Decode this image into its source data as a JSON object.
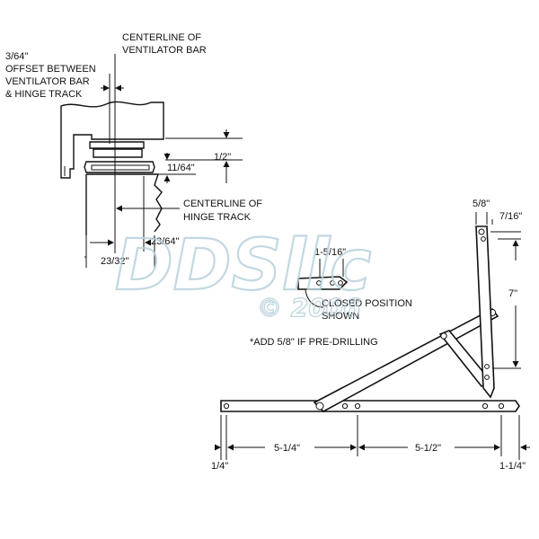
{
  "labels": {
    "centerline_vent_1": "CENTERLINE OF",
    "centerline_vent_2": "VENTILATOR BAR",
    "offset_1": "3/64\"",
    "offset_2": "OFFSET BETWEEN",
    "offset_3": "VENTILATOR BAR",
    "offset_4": "& HINGE TRACK",
    "dim_half": "1/2\"",
    "dim_11_64": "11/64\"",
    "centerline_hinge_1": "CENTERLINE OF",
    "centerline_hinge_2": "HINGE TRACK",
    "dim_23_64": "23/64\"",
    "dim_23_32": "23/32\"",
    "dim_1_5_16": "1-5/16\"",
    "closed_1": "CLOSED POSITION",
    "closed_2": "SHOWN",
    "predrill_note": "*ADD 5/8\" IF PRE-DRILLING",
    "dim_5_8": "5/8\"",
    "dim_7_16": "7/16\"",
    "dim_7": "7\"",
    "dim_1_4": "1/4\"",
    "dim_5_1_4": "5-1/4\"",
    "dim_5_1_2": "5-1/2\"",
    "dim_1_1_4": "1-1/4\"",
    "watermark": "DDSllc",
    "watermark_copy": "© 2006"
  },
  "colors": {
    "line": "#111111",
    "watermark": "#b9d2dc"
  }
}
